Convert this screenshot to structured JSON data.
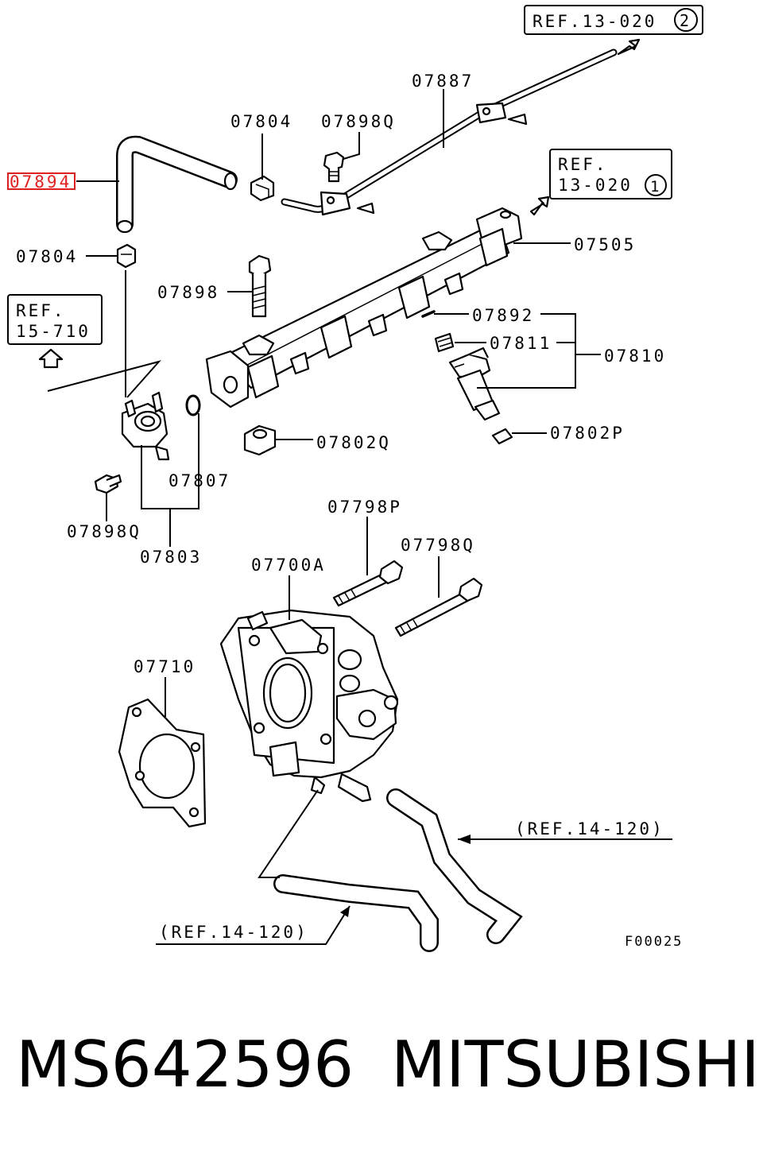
{
  "labels": {
    "p07894": "07894",
    "p07804_top": "07804",
    "p07898q_top": "07898Q",
    "p07887": "07887",
    "p07804_left": "07804",
    "p07898": "07898",
    "p07505": "07505",
    "p07892": "07892",
    "p07811": "07811",
    "p07810": "07810",
    "p07802q": "07802Q",
    "p07802p": "07802P",
    "p07807": "07807",
    "p07898q_bottom": "07898Q",
    "p07803": "07803",
    "p07798p": "07798P",
    "p07798q": "07798Q",
    "p07700a": "07700A",
    "p07710": "07710"
  },
  "refs": {
    "ref_13_020_2": {
      "text": "REF.13-020",
      "circle": "2"
    },
    "ref_13_020_1": {
      "line1": "REF.",
      "line2": "13-020",
      "circle": "1"
    },
    "ref_15_710": {
      "line1": "REF.",
      "line2": "15-710"
    },
    "ref_14_120_right": "(REF.14-120)",
    "ref_14_120_bottom": "(REF.14-120)"
  },
  "figure_code": "F00025",
  "footer": {
    "part_number": "MS642596",
    "brand": "MITSUBISHI"
  },
  "colors": {
    "highlight": "#e02020",
    "ink": "#000000"
  }
}
